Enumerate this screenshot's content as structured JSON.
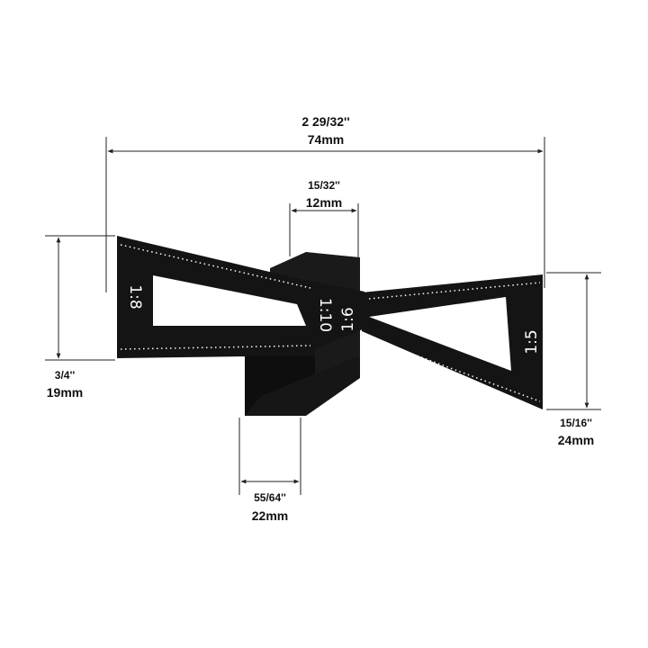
{
  "title": "Dovetail marker dimensions",
  "dimensions": {
    "overall_width": {
      "imperial": "2 29/32''",
      "metric": "74mm"
    },
    "block_top_width": {
      "imperial": "15/32''",
      "metric": "12mm"
    },
    "left_height": {
      "imperial": "3/4''",
      "metric": "19mm"
    },
    "right_height": {
      "imperial": "15/16''",
      "metric": "24mm"
    },
    "block_width": {
      "imperial": "55/64''",
      "metric": "22mm"
    }
  },
  "ratios": {
    "left": "1:8",
    "center_a": "1:10",
    "center_b": "1:6",
    "right": "1:5"
  },
  "colors": {
    "tool": "#141414",
    "markings": "#ffffff",
    "dimension_lines": "#222222"
  }
}
